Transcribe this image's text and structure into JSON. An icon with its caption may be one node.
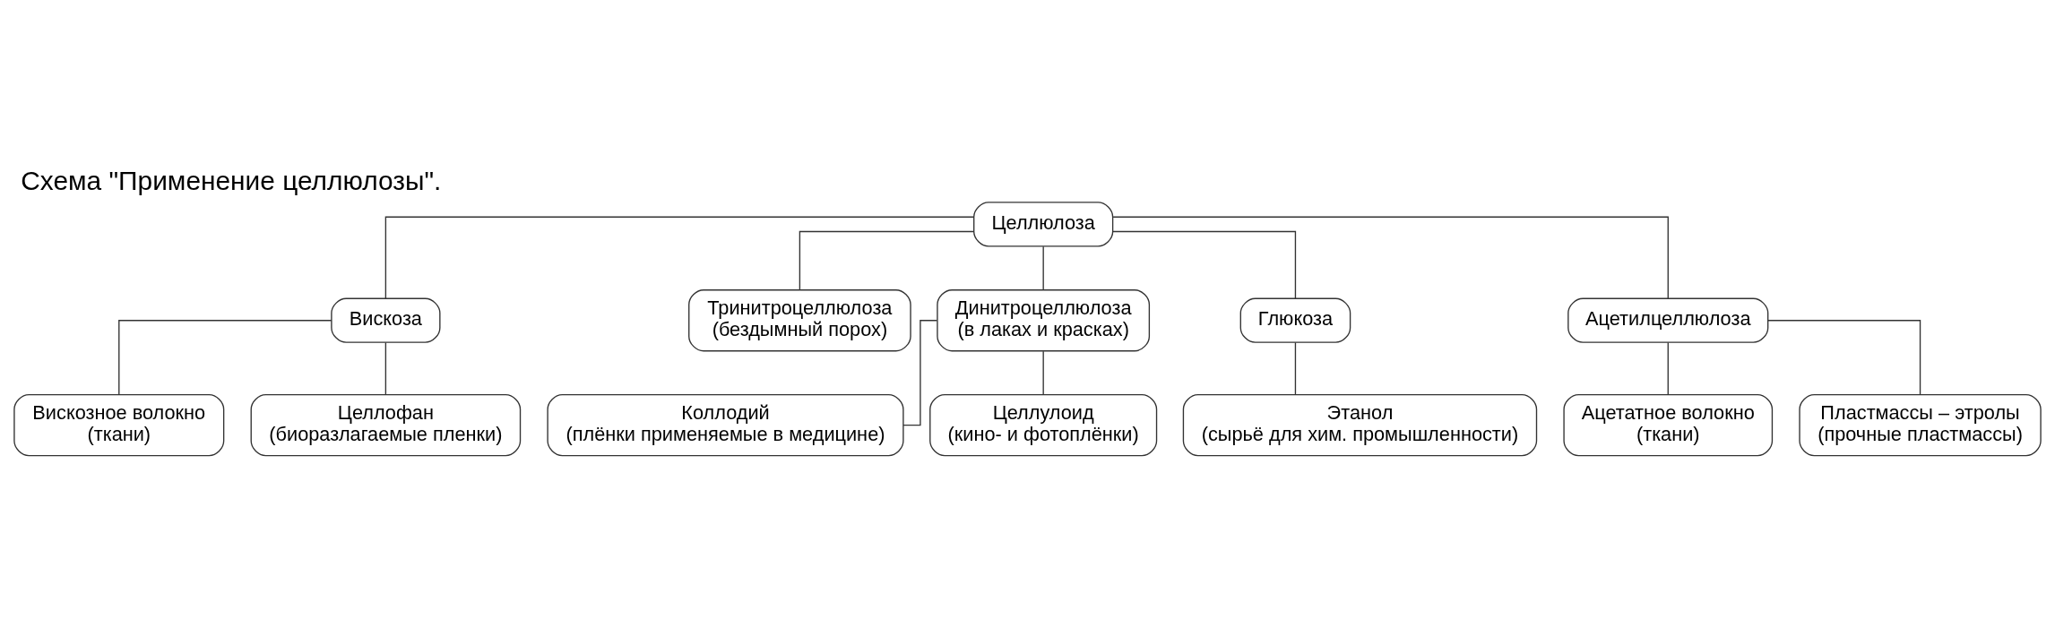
{
  "diagram": {
    "title": "Схема \"Применение целлюлозы\".",
    "nodes": [
      {
        "text": [
          "Целлюлоза"
        ]
      },
      {
        "text": [
          "Вискоза"
        ]
      },
      {
        "text": [
          "Тринитроцеллюлоза",
          "(бездымный порох)"
        ]
      },
      {
        "text": [
          "Динитроцеллюлоза",
          "(в лаках и красках)"
        ]
      },
      {
        "text": [
          "Вискозное волокно",
          "(ткани)"
        ]
      },
      {
        "text": [
          "Целлофан",
          "(биоразлагаемые пленки)"
        ]
      },
      {
        "text": [
          "Коллодий",
          "(плёнки применяемые в медицине)"
        ]
      },
      {
        "text": [
          "Целлулоид",
          "(кино- и фотоплёнки)"
        ]
      },
      {
        "text": [
          "Глюкоза"
        ]
      },
      {
        "text": [
          "Ацетилцеллюлоза"
        ]
      },
      {
        "text": [
          "Этанол",
          "(сырьё для хим. промышленности)"
        ]
      },
      {
        "text": [
          "Ацетатное волокно",
          "(ткани)"
        ]
      },
      {
        "text": [
          "Пластмассы – этролы",
          "(прочные пластмассы)"
        ]
      }
    ],
    "edges": [
      {
        "from": 0,
        "to": 8,
        "arrow": "none"
      },
      {
        "from": 0,
        "to": 1,
        "arrow": "none"
      },
      {
        "from": 0,
        "to": 9,
        "arrow": "none"
      },
      {
        "from": 0,
        "to": 2,
        "arrow": "none"
      },
      {
        "from": 0,
        "to": 3,
        "arrow": "none"
      },
      {
        "from": 1,
        "to": 4,
        "arrow": "none"
      },
      {
        "from": 1,
        "to": 5,
        "arrow": "none"
      },
      {
        "from": 3,
        "to": 6,
        "arrow": "none"
      },
      {
        "from": 3,
        "to": 7,
        "arrow": "none"
      },
      {
        "from": 8,
        "to": 10,
        "arrow": "none"
      },
      {
        "from": 9,
        "to": 11,
        "arrow": "none"
      },
      {
        "from": 9,
        "to": 12,
        "arrow": "none"
      }
    ]
  }
}
